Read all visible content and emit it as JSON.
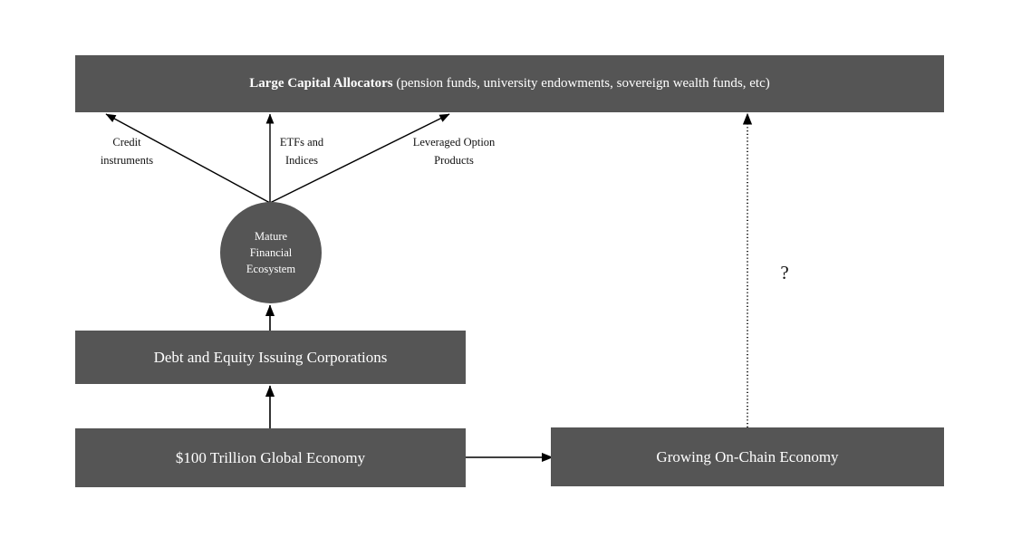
{
  "diagram": {
    "title_text": "Large Capital Allocators (pension funds, university endowments, sovereign wealth funds, etc)",
    "colors": {
      "node_fill": "#555555",
      "node_text": "#ffffff",
      "edge_stroke": "#000000",
      "label_text": "#111111",
      "background": "#ffffff"
    },
    "nodes": {
      "allocators": {
        "label_bold": "Large Capital Allocators",
        "label_rest": " (pension funds, university endowments, sovereign wealth funds, etc)"
      },
      "ecosystem": {
        "line1": "Mature",
        "line2": "Financial",
        "line3": "Ecosystem"
      },
      "corporations": {
        "label": "Debt and Equity Issuing Corporations"
      },
      "global_economy": {
        "label": "$100 Trillion Global Economy"
      },
      "onchain_economy": {
        "label": "Growing On-Chain Economy"
      }
    },
    "edge_labels": {
      "credit": {
        "line1": "Credit",
        "line2": "instruments"
      },
      "etfs": {
        "line1": "ETFs and",
        "line2": "Indices"
      },
      "leveraged": {
        "line1": "Leveraged Option",
        "line2": "Products"
      },
      "unknown": {
        "text": "?"
      }
    },
    "edges": [
      {
        "name": "ecosystem-to-allocators-credit",
        "style": "solid",
        "arrow": "up-left"
      },
      {
        "name": "ecosystem-to-allocators-etfs",
        "style": "solid",
        "arrow": "up"
      },
      {
        "name": "ecosystem-to-allocators-leveraged",
        "style": "solid",
        "arrow": "up-right"
      },
      {
        "name": "corporations-to-ecosystem",
        "style": "solid",
        "arrow": "up"
      },
      {
        "name": "global-economy-to-corporations",
        "style": "solid",
        "arrow": "up"
      },
      {
        "name": "global-economy-to-onchain-economy",
        "style": "solid",
        "arrow": "right"
      },
      {
        "name": "onchain-economy-to-allocators",
        "style": "dotted",
        "arrow": "up"
      }
    ]
  }
}
